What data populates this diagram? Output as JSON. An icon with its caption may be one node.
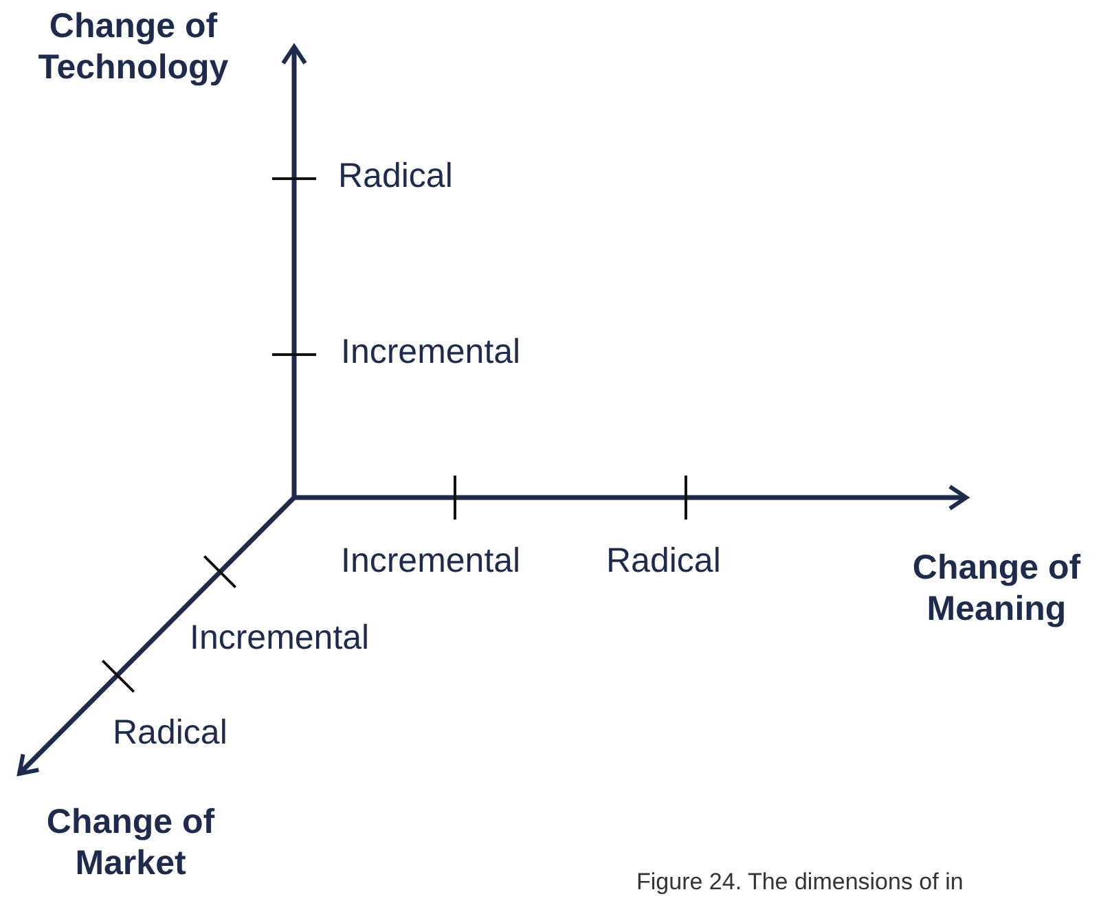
{
  "diagram": {
    "caption": "Figure 24. The dimensions of in",
    "labels": [
      "Change of Technology",
      "Radical",
      "Incremental",
      "Incremental",
      "Radical",
      "Change of Meaning",
      "Incremental",
      "Radical",
      "Change of Market"
    ]
  }
}
